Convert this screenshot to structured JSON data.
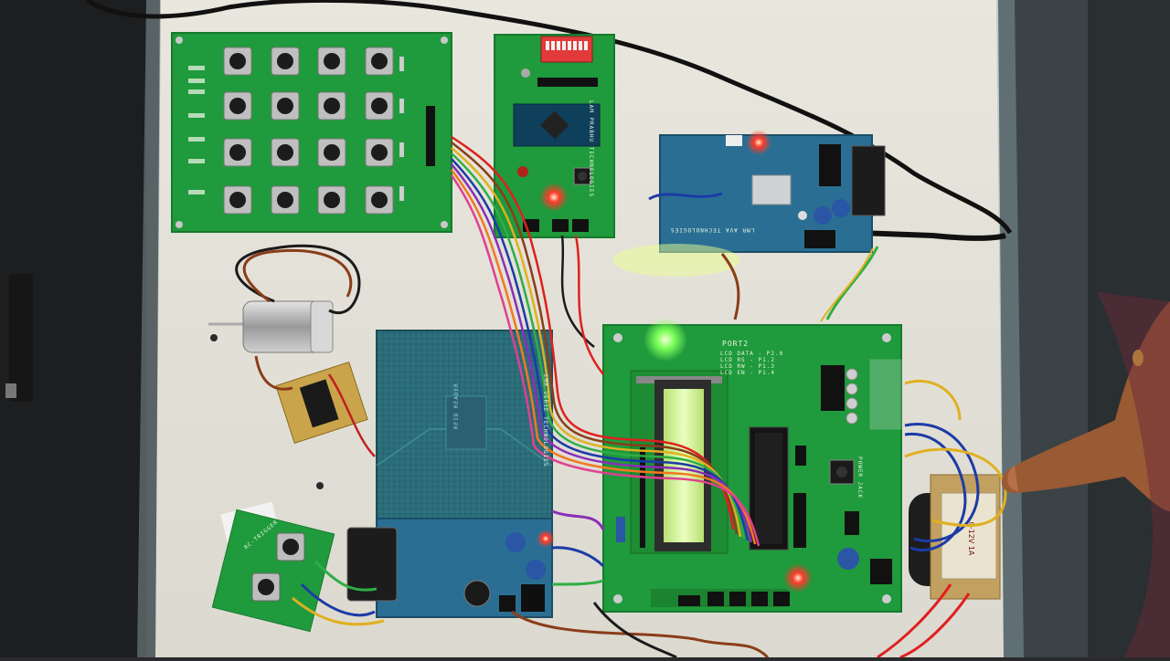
{
  "photo": {
    "colors": {
      "background_dark": "#2a2a2c",
      "base_board": "#e6e4d9",
      "pcb_green": "#1f9a3c",
      "pcb_green_dark": "#167a2d",
      "pcb_blue": "#2a6f93",
      "rfid_teal": "#2f6e7a",
      "lcd_backlight": "#d8f5a0",
      "led_red": "#ff3a2a",
      "led_green": "#6dff6d",
      "skin": "#9a5a34",
      "glass": "#9cb7be"
    },
    "labels": {
      "mcu_board_brand": "LAM PRABHU TECHNOLOGIES",
      "gsm_board_brand": "LMR AVA TECHNOLOGIES",
      "rfid_board_brand": "LMR VERSE TECHNOLOGIES",
      "rfid_reader_text": "RFID READER",
      "main_board_port": "PORT2",
      "main_board_rows": [
        "LCD DATA - P2.0",
        "LCD RS - P1.2",
        "LCD RW - P1.3",
        "LCD EN - P1.4"
      ],
      "power_label": "POWER JACK",
      "key_board_label": "RC-TRIGGER",
      "transformer_label": "0-12V 1A"
    }
  }
}
